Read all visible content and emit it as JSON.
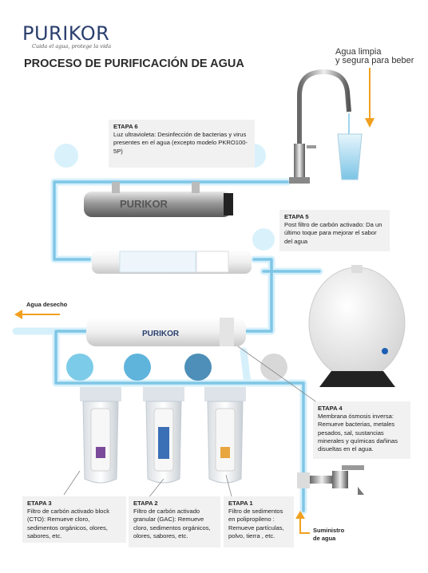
{
  "brand": {
    "logo_text": "PURIKOR",
    "tagline": "Cuida el agua, protege la vida"
  },
  "title": "PROCESO DE PURIFICACIÓN DE AGUA",
  "faucet_caption": {
    "line1": "Agua limpia",
    "line2": "y segura para beber"
  },
  "stages": {
    "stage6": {
      "heading": "ETAPA 6",
      "text": "Luz ultravioleta: Desinfección de bacterias y virus presentes en el agua (excepto modelo PKRO100-5P)"
    },
    "stage5": {
      "heading": "ETAPA 5",
      "text": "Post filtro de carbón activado: Da un último toque para mejorar el sabor del agua"
    },
    "stage4": {
      "heading": "ETAPA 4",
      "text": "Membrana ósmosis inversa: Remueve bacterias, metales pesados, sal, sustancias minerales y químicas dañinas disueltas en el agua."
    },
    "stage3": {
      "heading": "ETAPA 3",
      "text": "Filtro de carbón activado block (CTO): Remueve cloro, sedimentos orgánicos, olores, sabores, etc."
    },
    "stage2": {
      "heading": "ETAPA 2",
      "text": "Filtro de carbón activado granular (GAC): Remueve cloro, sedimentos orgánicos, olores, sabores, etc."
    },
    "stage1": {
      "heading": "ETAPA 1",
      "text": "Filtro de sedimentos en polipropileno : Remueve partículas, polvo, tierra , etc."
    }
  },
  "flow_labels": {
    "waste": "Agua desecho",
    "supply_line1": "Suministro",
    "supply_line2": "de agua"
  },
  "colors": {
    "pipe": "#7fc6e6",
    "pipe_glow": "#d6f0fb",
    "accent_arrow": "#f0a020",
    "title": "#2b2b2b",
    "brand": "#2a3f6e"
  }
}
